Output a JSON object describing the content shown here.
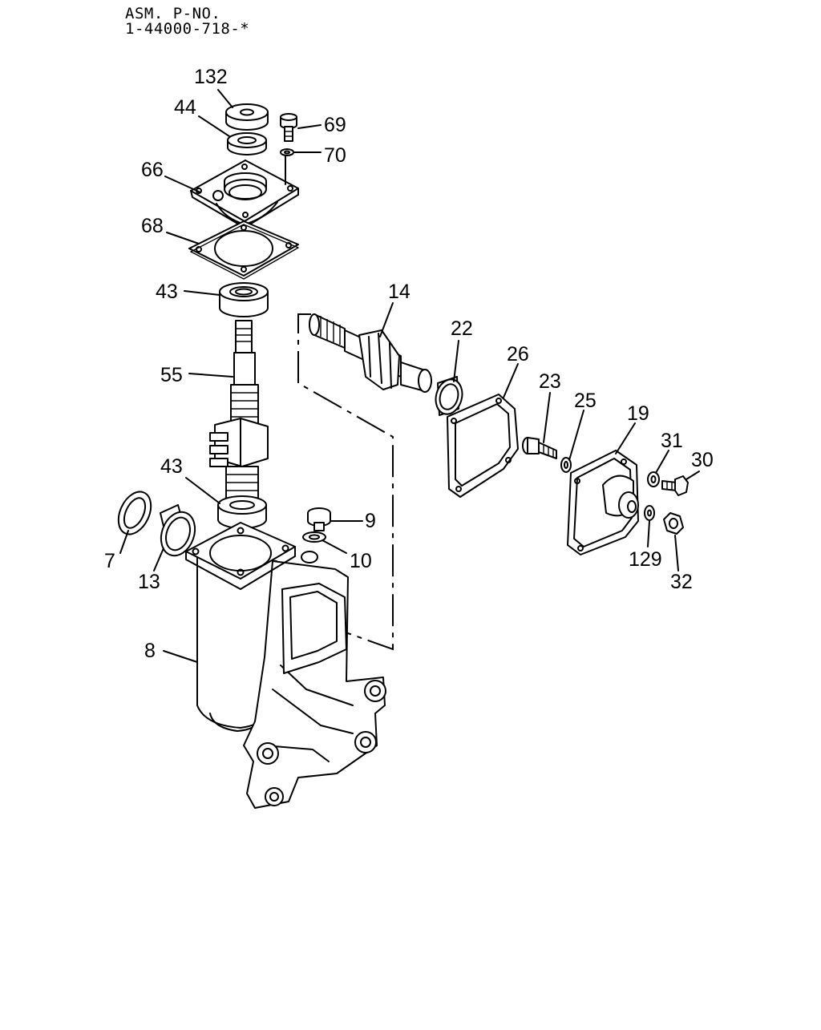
{
  "header": {
    "line1": "ASM. P-NO.",
    "line2": "1-44000-718-*"
  },
  "callouts": {
    "c132": "132",
    "c44": "44",
    "c69": "69",
    "c70": "70",
    "c66": "66",
    "c68": "68",
    "c43a": "43",
    "c55": "55",
    "c14": "14",
    "c22": "22",
    "c26": "26",
    "c23": "23",
    "c25": "25",
    "c19": "19",
    "c31": "31",
    "c30": "30",
    "c43b": "43",
    "c9": "9",
    "c10": "10",
    "c7": "7",
    "c13": "13",
    "c129": "129",
    "c32": "32",
    "c8": "8"
  }
}
